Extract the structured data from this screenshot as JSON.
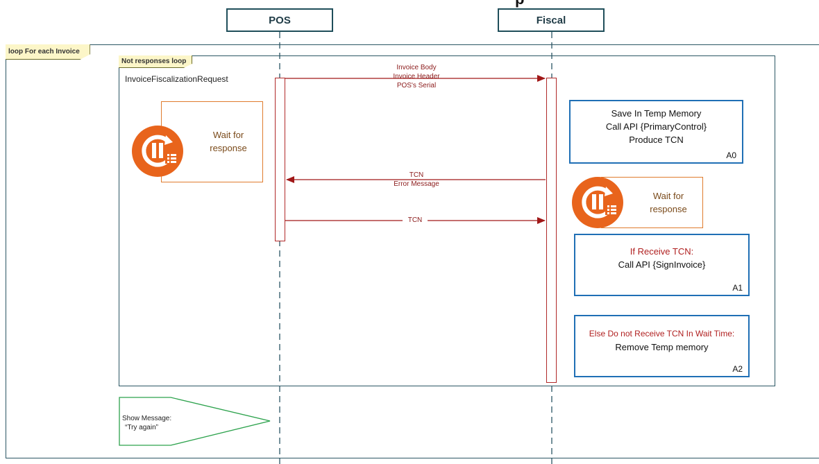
{
  "participants": {
    "pos": "POS",
    "fiscal": "Fiscal"
  },
  "frames": {
    "outer_loop": "loop For each Invoice",
    "inner_loop": "Not responses loop"
  },
  "request_label": "InvoiceFiscalizationRequest",
  "messages": {
    "request": [
      "Invoice Body",
      "Invoice Header",
      "POS's Serial"
    ],
    "response": [
      "TCN",
      "Error Message"
    ],
    "confirm": "TCN"
  },
  "wait_pos": {
    "line1": "Wait for",
    "line2": "response",
    "icon": "pause-refresh-icon"
  },
  "wait_fiscal": {
    "line1": "Wait for",
    "line2": "response",
    "icon": "pause-refresh-icon"
  },
  "actions": {
    "a0": {
      "lines": [
        "Save In Temp Memory",
        "Call API {PrimaryControl}",
        "Produce TCN"
      ],
      "tag": "A0"
    },
    "a1": {
      "condition": "If Receive TCN:",
      "line": "Call API {SignInvoice}",
      "tag": "A1"
    },
    "a2": {
      "condition": "Else Do not Receive TCN In Wait Time:",
      "line": "Remove Temp memory",
      "tag": "A2"
    }
  },
  "note": {
    "line1": "Show Message:",
    "line2": "“Try again”"
  },
  "colors": {
    "lifeline": "#2a5563",
    "message": "#a01818",
    "wait": "#e07b2c",
    "action_border": "#1f6fb5",
    "note_border": "#2ca24c",
    "frame_tag": "#fcf6c8"
  }
}
